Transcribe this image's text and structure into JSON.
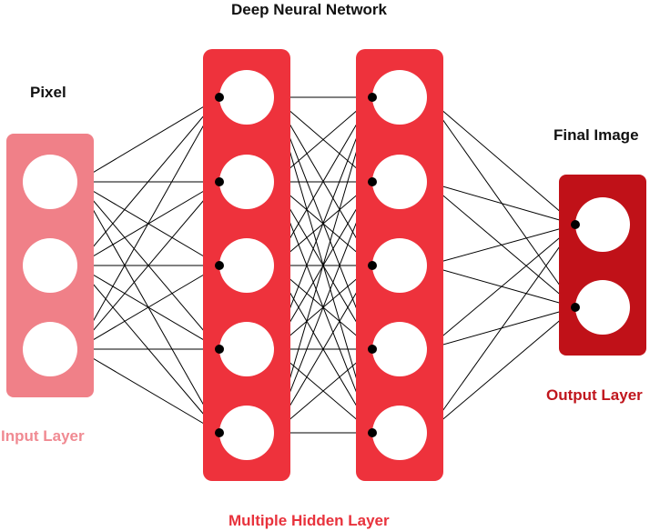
{
  "title": "Deep Neural Network",
  "input_layer": {
    "heading": "Pixel",
    "caption": "Input Layer",
    "nodes": 3,
    "color": "#f08088",
    "caption_color": "#f08a92"
  },
  "hidden_layers": {
    "caption": "Multiple Hidden Layer",
    "count": 2,
    "nodes_per_layer": 5,
    "color": "#ee323c",
    "caption_color": "#e8323c"
  },
  "output_layer": {
    "heading": "Final Image",
    "caption": "Output Layer",
    "nodes": 2,
    "color": "#c01118",
    "caption_color": "#c0161d"
  },
  "connection_color": "#000000"
}
